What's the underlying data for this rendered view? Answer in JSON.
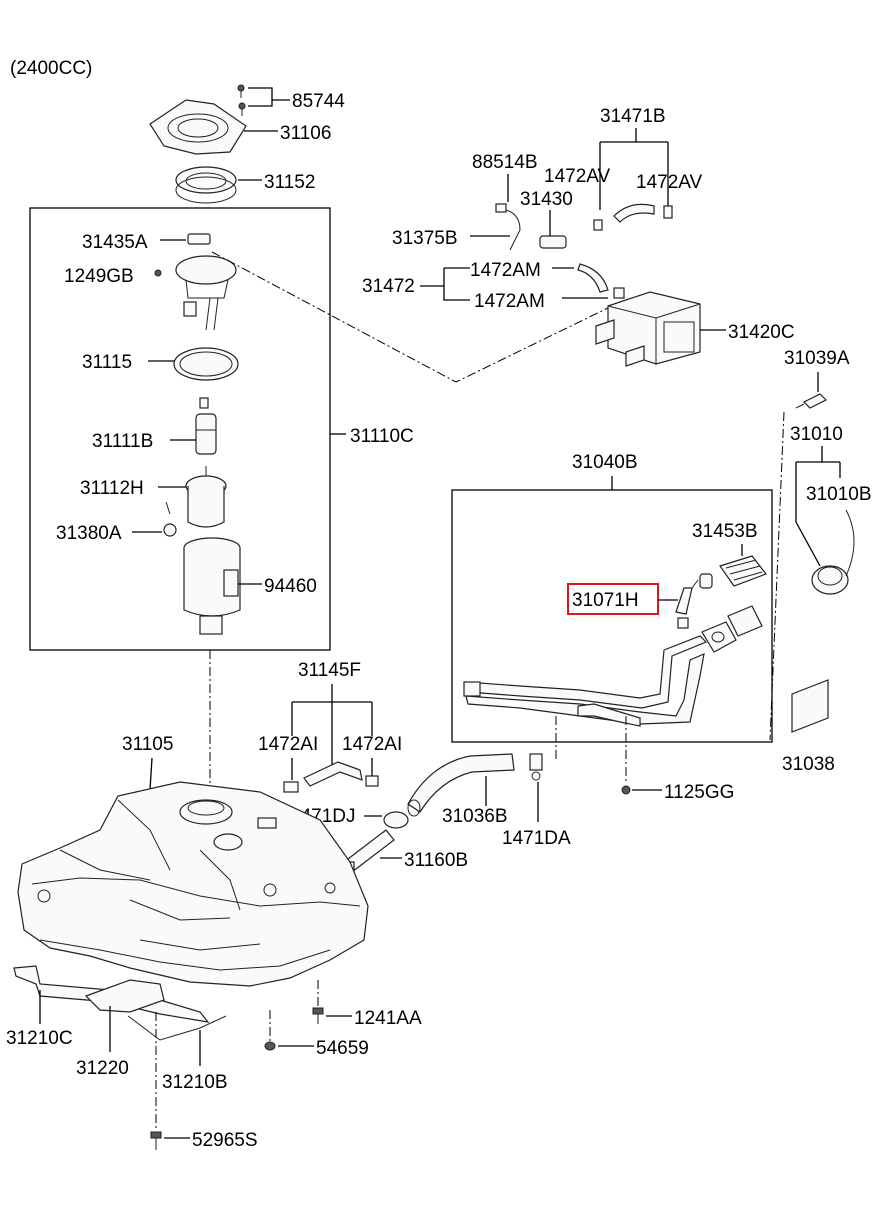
{
  "header": {
    "engine": "(2400CC)"
  },
  "highlight_color": "#e0151b",
  "parts": {
    "p85744": "85744",
    "p31106": "31106",
    "p31152": "31152",
    "p31471B": "31471B",
    "p88514B": "88514B",
    "p1472AV_a": "1472AV",
    "p1472AV_b": "1472AV",
    "p31430": "31430",
    "p31375B": "31375B",
    "p1472AM_a": "1472AM",
    "p31472": "31472",
    "p1472AM_b": "1472AM",
    "p31420C": "31420C",
    "p31435A": "31435A",
    "p1249GB": "1249GB",
    "p31115": "31115",
    "p31110C": "31110C",
    "p31111B": "31111B",
    "p31112H": "31112H",
    "p31380A": "31380A",
    "p94460": "94460",
    "p31039A": "31039A",
    "p31010": "31010",
    "p31010B": "31010B",
    "p31040B": "31040B",
    "p31453B": "31453B",
    "p31071H": "31071H",
    "p31038": "31038",
    "p31145F": "31145F",
    "p1472AI_a": "1472AI",
    "p1472AI_b": "1472AI",
    "p31105": "31105",
    "p1471DJ": "1471DJ",
    "p31036B": "31036B",
    "p1471DA": "1471DA",
    "p1125GG": "1125GG",
    "p31160B": "31160B",
    "p1241AA": "1241AA",
    "p31210C": "31210C",
    "p31220": "31220",
    "p54659": "54659",
    "p31210B": "31210B",
    "p52965S": "52965S"
  }
}
